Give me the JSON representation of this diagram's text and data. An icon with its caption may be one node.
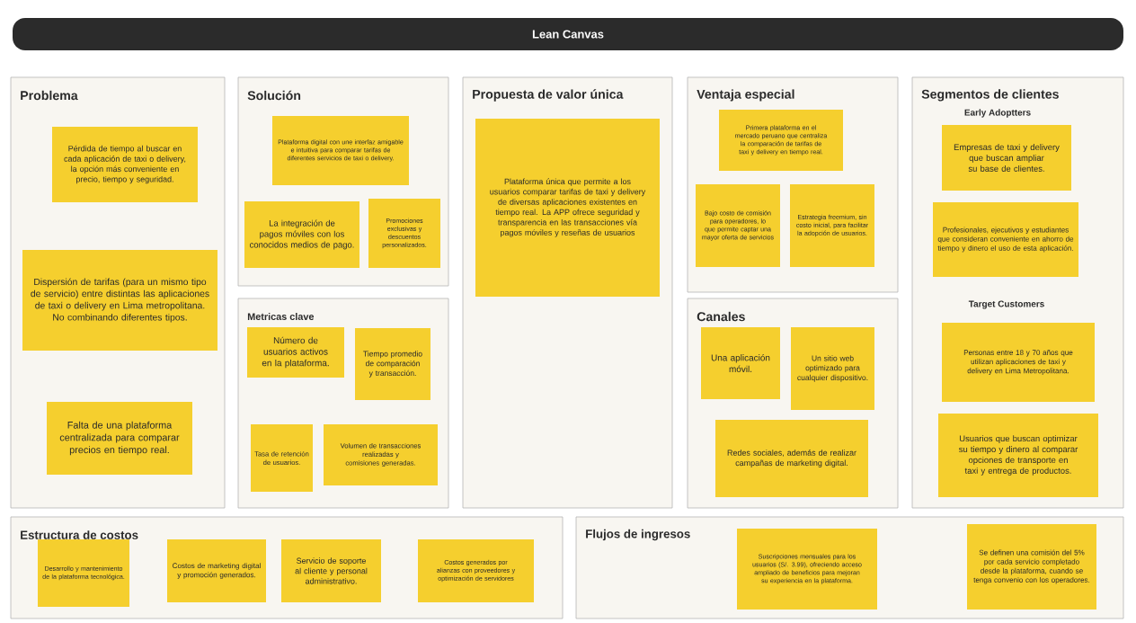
{
  "diagram": {
    "title": "Lean Canvas",
    "nodes": [
      {
        "text": [
          "Problema"
        ]
      },
      {
        "text": [
          "Pérdida de tiempo al buscar en cada aplicación de taxi o delivery,  la opción más conveniente en precio, tiempo y seguridad."
        ],
        "in": 0
      },
      {
        "text": [
          "Dispersión de tarifas (para un mismo tipo de servicio) entre distintas  las aplicaciones de taxi o delivery en Lima metropolitana. No combinando diferentes tipos."
        ],
        "in": 0
      },
      {
        "text": [
          "Falta de una plataforma centralizada para comparar precios en tiempo real."
        ],
        "in": 0
      },
      {
        "text": [
          "Solución"
        ]
      },
      {
        "text": [
          "Plataforma digital con une interfaz amigable e intuitiva para comparar tarifas de diferentes servicios de taxi o delivery."
        ],
        "in": 4
      },
      {
        "text": [
          "La integración de pagos móviles con los conocidos medios de pago."
        ],
        "in": 4
      },
      {
        "text": [
          "Promociones exclusivas y descuentos personalizados."
        ],
        "in": 4
      },
      {
        "text": [
          "Metricas clave"
        ]
      },
      {
        "text": [
          "Número de usuarios activos en la plataforma."
        ],
        "in": 8
      },
      {
        "text": [
          "Tiempo promedio de comparación y transacción."
        ],
        "in": 8
      },
      {
        "text": [
          "Tasa de retención de usuarios."
        ],
        "in": 8
      },
      {
        "text": [
          "Volumen de transacciones realizadas y comisiones generadas."
        ],
        "in": 8
      },
      {
        "text": [
          "Propuesta de valor única"
        ]
      },
      {
        "text": [
          "Plataforma única que permite a los usuarios comparar tarifas de taxi y delivery de diversas aplicaciones existentes en tiempo real. La APP ofrece seguridad y transparencia en las transacciones vía pagos móviles y reseñas de usuarios"
        ],
        "in": 13
      },
      {
        "text": [
          "Ventaja especial"
        ]
      },
      {
        "text": [
          "Primera plataforma en el mercado peruano que centraliza la comparación de tarifas de taxi y delivery en tiempo real."
        ],
        "in": 15
      },
      {
        "text": [
          "Bajo costo de comisión para operadores, lo que permite captar una mayor oferta de servicios"
        ],
        "in": 15
      },
      {
        "text": [
          "Estrategia freemium, sin costo inicial, para facilitar la adopción de usuarios."
        ],
        "in": 15
      },
      {
        "text": [
          "Canales"
        ]
      },
      {
        "text": [
          "Una aplicación móvil."
        ],
        "in": 19
      },
      {
        "text": [
          "Un sitio web optimizado para cualquier dispositivo."
        ],
        "in": 19
      },
      {
        "text": [
          "Redes sociales, además de realizar campañas de marketing digital."
        ],
        "in": 19
      },
      {
        "text": [
          "Segmentos de clientes",
          "Early Adoptters",
          "Target Customers"
        ]
      },
      {
        "text": [
          "Empresas de taxi y delivery que buscan ampliar su base de clientes."
        ],
        "in": 23
      },
      {
        "text": [
          "Profesionales, ejecutivos y estudiantes que consideran conveniente en ahorro de tiempo y dinero el uso de esta aplicación."
        ],
        "in": 23
      },
      {
        "text": [
          "Personas entre 18 y 70 años que utilizan aplicaciones de taxi y delivery en Lima Metropolitana."
        ],
        "in": 23
      },
      {
        "text": [
          "Usuarios que buscan optimizar su tiempo y dinero al comparar opciones de transporte en taxi y entrega de productos."
        ],
        "in": 23
      },
      {
        "text": [
          "Estructura de costos"
        ]
      },
      {
        "text": [
          "Desarrollo y mantenimiento de la plataforma tecnológica."
        ],
        "in": 28
      },
      {
        "text": [
          "Costos de marketing digital y promoción generados."
        ],
        "in": 28
      },
      {
        "text": [
          "Servicio de soporte al cliente y personal administrativo."
        ],
        "in": 28
      },
      {
        "text": [
          "Costos generados por alianzas con proveedores y optimización de servidores"
        ],
        "in": 28
      },
      {
        "text": [
          "Flujos de ingresos"
        ]
      },
      {
        "text": [
          "Suscripciones mensuales para los usuarios (S/. 3.99), ofreciendo acceso ampliado de beneficios para mejoran su experiencia en la plataforma."
        ],
        "in": 33
      },
      {
        "text": [
          "Se definen una comisión del 5% por cada servicio completado desde la plataforma, cuando se tenga convenio con los operadores."
        ],
        "in": 33
      }
    ]
  }
}
